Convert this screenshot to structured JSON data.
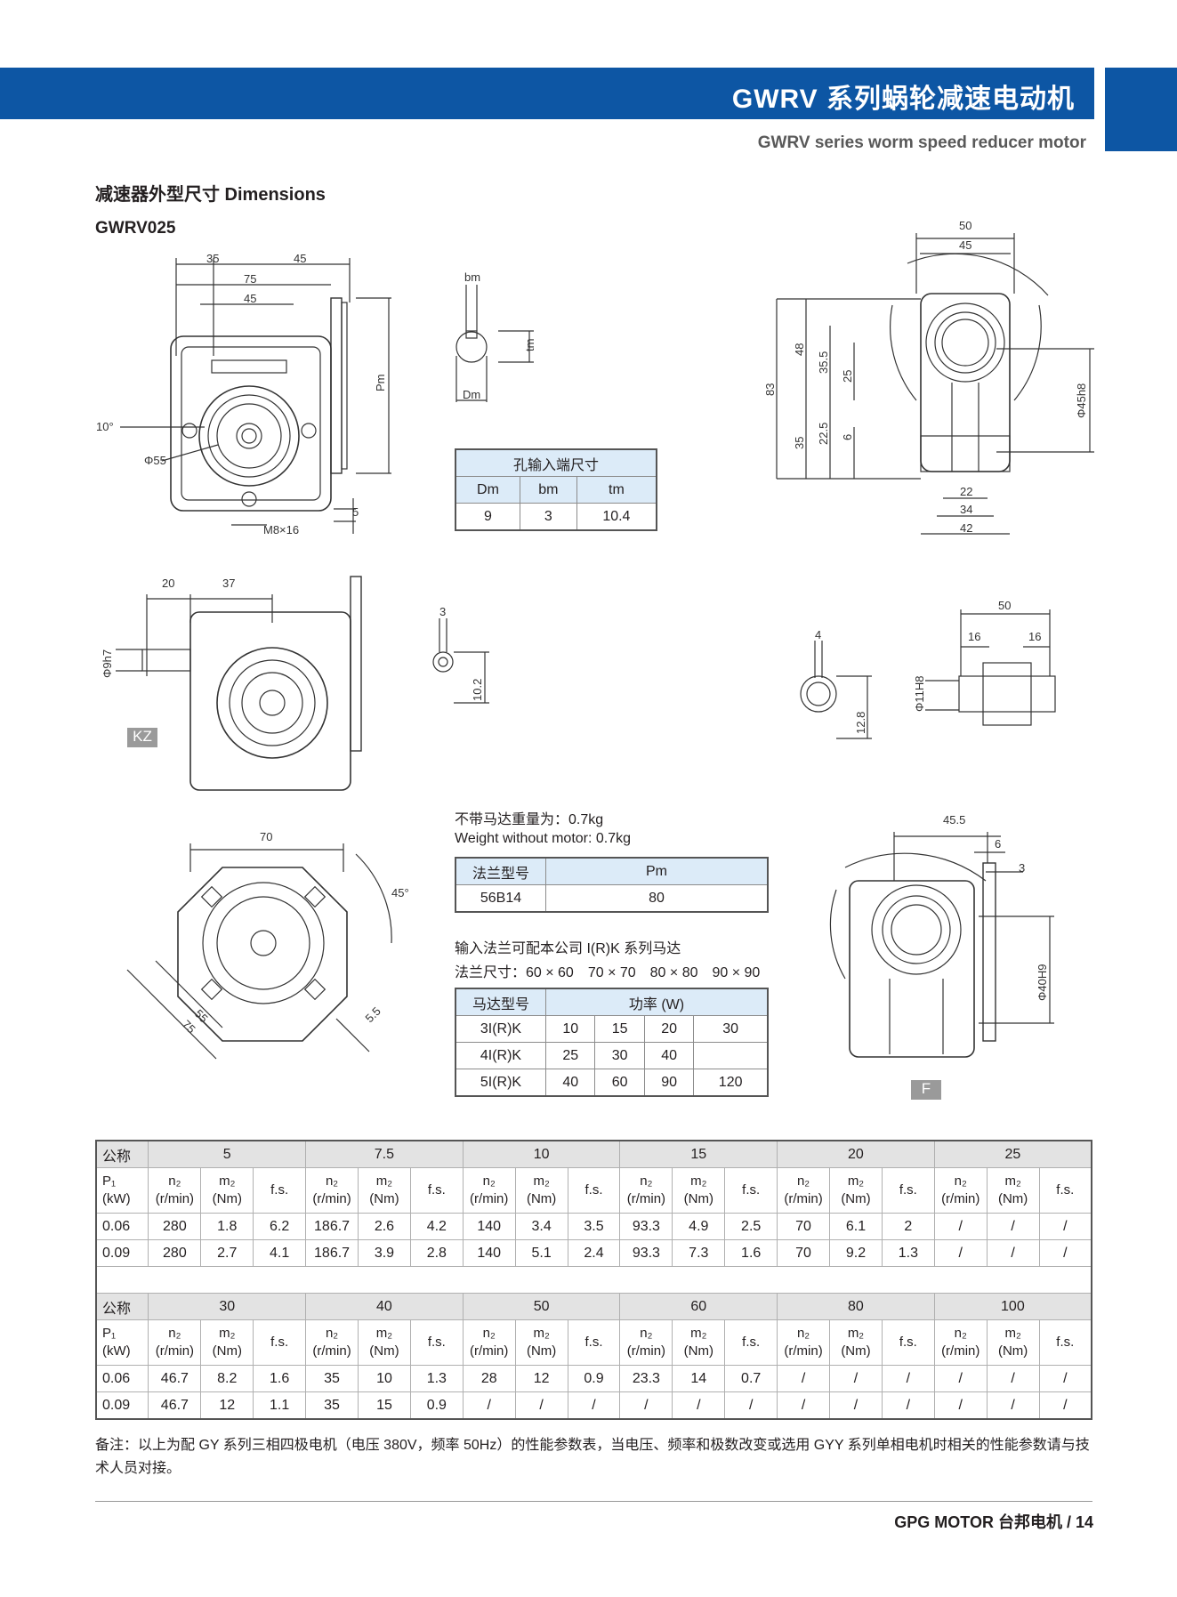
{
  "header": {
    "title": "GWRV 系列蜗轮减速电动机",
    "subtitle": "GWRV series worm speed reducer motor"
  },
  "section": {
    "heading": "减速器外型尺寸 Dimensions",
    "model": "GWRV025"
  },
  "drawing_labels": {
    "d35": "35",
    "d45a": "45",
    "d75": "75",
    "d45b": "45",
    "pm": "Pm",
    "deg10": "10°",
    "phi55": "Φ55",
    "m8": "M8×16",
    "d5": "5",
    "bm": "bm",
    "tm": "tm",
    "dm": "Dm",
    "r50": "50",
    "r45": "45",
    "r83": "83",
    "r48": "48",
    "r35_5": "35.5",
    "r25": "25",
    "r35": "35",
    "r22_5": "22.5",
    "r6": "6",
    "r22": "22",
    "r34": "34",
    "r42": "42",
    "phi45": "Φ45h8",
    "d20": "20",
    "d37": "37",
    "phi9": "Φ9h7",
    "kz": "KZ",
    "k3": "3",
    "k10_2": "10.2",
    "s4": "4",
    "s12_8": "12.8",
    "phi11": "Φ11H8",
    "s50": "50",
    "s16a": "16",
    "s16b": "16",
    "f70": "70",
    "f45deg": "45°",
    "f55": "55",
    "f75": "75",
    "f5_5": "5.5",
    "g45_5": "45.5",
    "g6": "6",
    "g3": "3",
    "phi40": "Φ40H9",
    "ftag": "F"
  },
  "hole_table": {
    "title": "孔输入端尺寸",
    "headers": [
      "Dm",
      "bm",
      "tm"
    ],
    "values": [
      "9",
      "3",
      "10.4"
    ]
  },
  "weight": {
    "cn": "不带马达重量为：0.7kg",
    "en": "Weight without motor: 0.7kg"
  },
  "flange_table": {
    "headers": [
      "法兰型号",
      "Pm"
    ],
    "values": [
      "56B14",
      "80"
    ]
  },
  "motor_note": {
    "line1": "输入法兰可配本公司 I(R)K 系列马达",
    "line2": "法兰尺寸：60 × 60　70 × 70　80 × 80　90 × 90"
  },
  "motor_table": {
    "headers": [
      "马达型号",
      "功率 (W)"
    ],
    "rows": [
      [
        "3I(R)K",
        "10",
        "15",
        "20",
        "30"
      ],
      [
        "4I(R)K",
        "25",
        "30",
        "40",
        ""
      ],
      [
        "5I(R)K",
        "40",
        "60",
        "90",
        "120"
      ]
    ]
  },
  "perf_table": {
    "label_nominal": "公称",
    "label_p1": "P₁",
    "label_kw": "(kW)",
    "col_n2": "n₂",
    "col_n2_unit": "(r/min)",
    "col_m2": "m₂",
    "col_m2_unit": "(Nm)",
    "col_fs": "f.s.",
    "block1_ratios": [
      "5",
      "7.5",
      "10",
      "15",
      "20",
      "25"
    ],
    "block1_rows": [
      [
        "0.06",
        "280",
        "1.8",
        "6.2",
        "186.7",
        "2.6",
        "4.2",
        "140",
        "3.4",
        "3.5",
        "93.3",
        "4.9",
        "2.5",
        "70",
        "6.1",
        "2",
        "/",
        "/",
        "/"
      ],
      [
        "0.09",
        "280",
        "2.7",
        "4.1",
        "186.7",
        "3.9",
        "2.8",
        "140",
        "5.1",
        "2.4",
        "93.3",
        "7.3",
        "1.6",
        "70",
        "9.2",
        "1.3",
        "/",
        "/",
        "/"
      ]
    ],
    "block2_ratios": [
      "30",
      "40",
      "50",
      "60",
      "80",
      "100"
    ],
    "block2_rows": [
      [
        "0.06",
        "46.7",
        "8.2",
        "1.6",
        "35",
        "10",
        "1.3",
        "28",
        "12",
        "0.9",
        "23.3",
        "14",
        "0.7",
        "/",
        "/",
        "/",
        "/",
        "/",
        "/"
      ],
      [
        "0.09",
        "46.7",
        "12",
        "1.1",
        "35",
        "15",
        "0.9",
        "/",
        "/",
        "/",
        "/",
        "/",
        "/",
        "/",
        "/",
        "/",
        "/",
        "/",
        "/"
      ]
    ]
  },
  "footnote": "备注：以上为配 GY 系列三相四极电机（电压 380V，频率 50Hz）的性能参数表，当电压、频率和极数改变或选用 GYY 系列单相电机时相关的性能参数请与技术人员对接。",
  "footer": "GPG MOTOR 台邦电机 / 14"
}
